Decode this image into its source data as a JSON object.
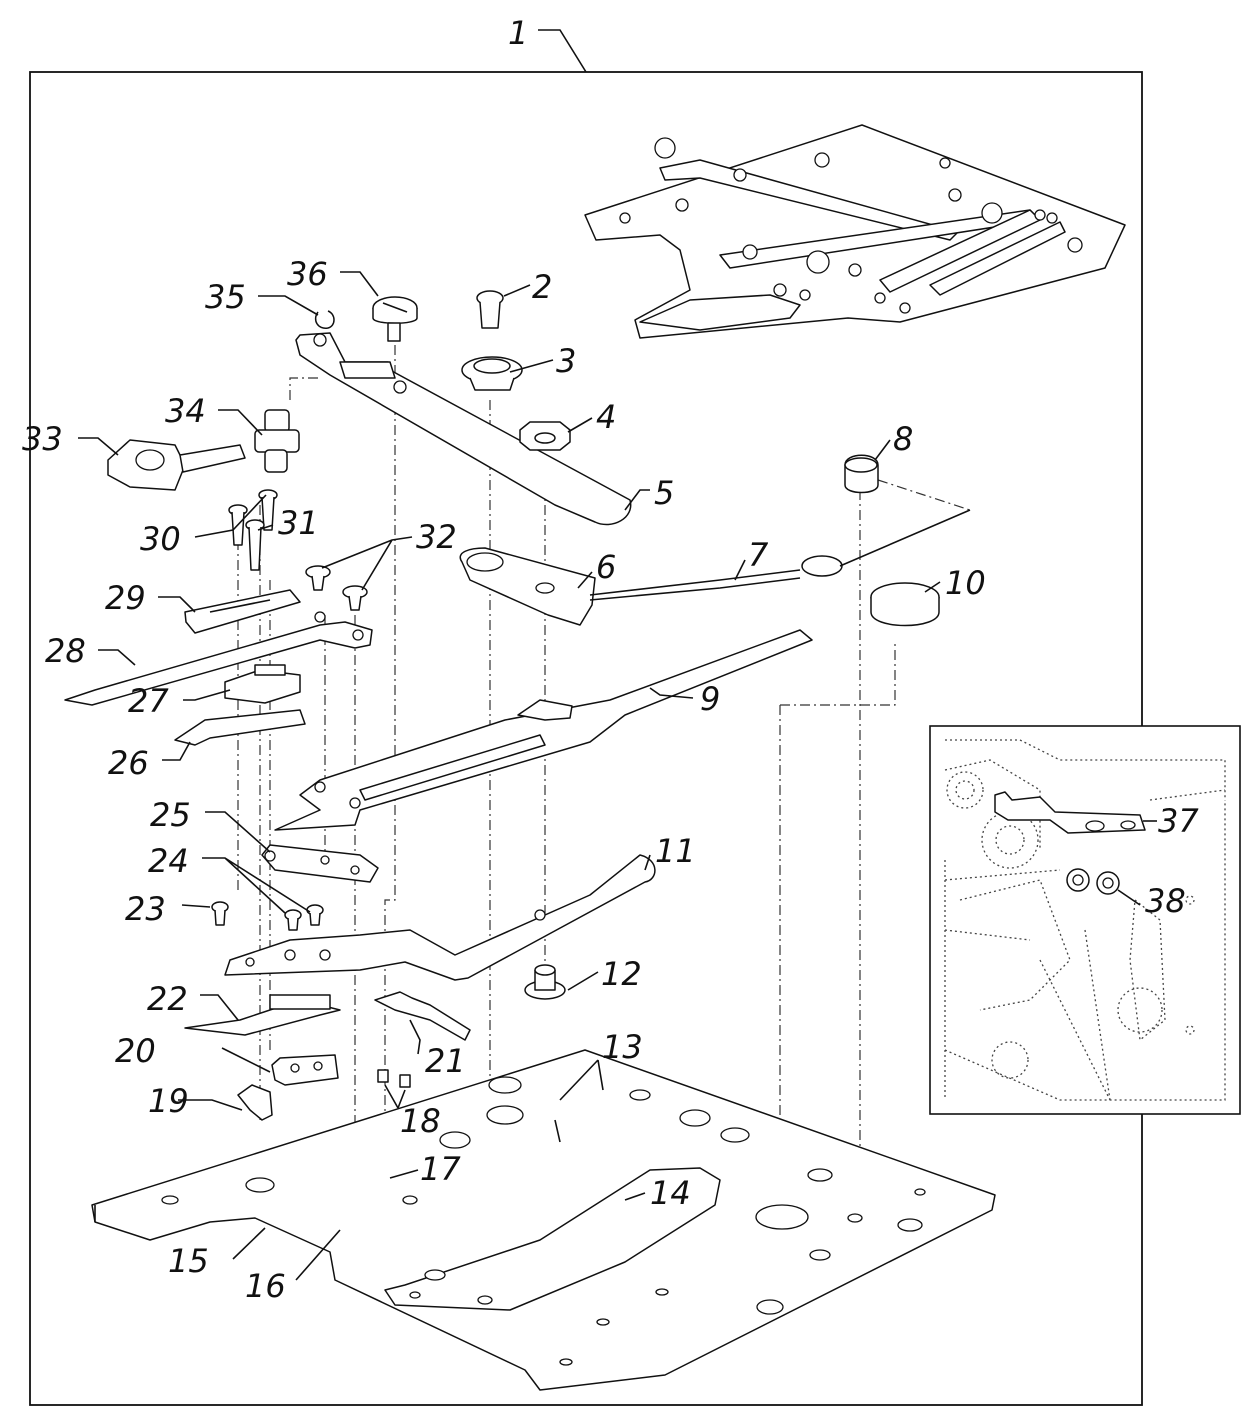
{
  "diagram": {
    "assembly_label": "1",
    "part_labels": [
      "2",
      "3",
      "4",
      "5",
      "6",
      "7",
      "8",
      "9",
      "10",
      "11",
      "12",
      "13",
      "14",
      "15",
      "16",
      "17",
      "18",
      "19",
      "20",
      "21",
      "22",
      "23",
      "24",
      "25",
      "26",
      "27",
      "28",
      "29",
      "30",
      "31",
      "32",
      "33",
      "34",
      "35",
      "36",
      "37",
      "38"
    ],
    "inset_labels": [
      "37",
      "38"
    ]
  }
}
